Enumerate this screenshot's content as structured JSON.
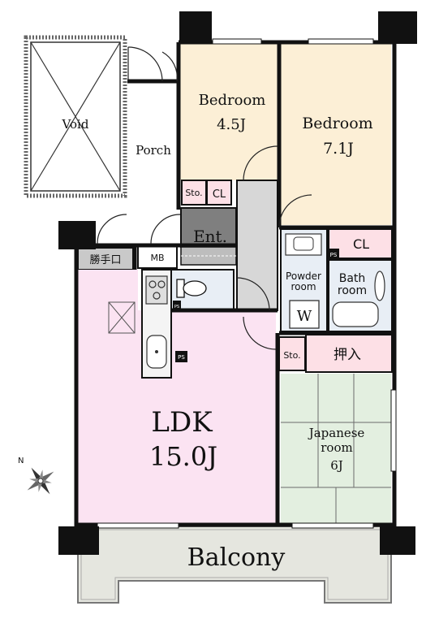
{
  "labels": {
    "void": "Void",
    "porch": "Porch",
    "bedroom1_name": "Bedroom",
    "bedroom1_size": "4.5J",
    "bedroom2_name": "Bedroom",
    "bedroom2_size": "7.1J",
    "storage_small": "Sto.",
    "closet": "CL",
    "entrance": "Ent.",
    "closet2": "CL",
    "service_door": "勝手口",
    "meter_box": "MB",
    "powder_room_1": "Powder",
    "powder_room_2": "room",
    "washer": "W",
    "bath_room_1": "Bath",
    "bath_room_2": "room",
    "ps1": "PS",
    "ps2": "PS",
    "ps3": "PS",
    "storage_small2": "Sto.",
    "oshiire": "押入",
    "ldk_name": "LDK",
    "ldk_size": "15.0J",
    "japanese_room_1": "Japanese",
    "japanese_room_2": "room",
    "japanese_room_size": "6J",
    "balcony": "Balcony",
    "north": "N"
  },
  "colors": {
    "wall": "#111111",
    "ldk": "#fbe3f2",
    "bedroom": "#fcefd6",
    "closet": "#fde0e6",
    "entrance": "#7f7f7f",
    "hall": "#d7d7d7",
    "tatami": "#e3efe0",
    "wet_area": "#e8eef5",
    "balcony": "#e5e6df"
  }
}
